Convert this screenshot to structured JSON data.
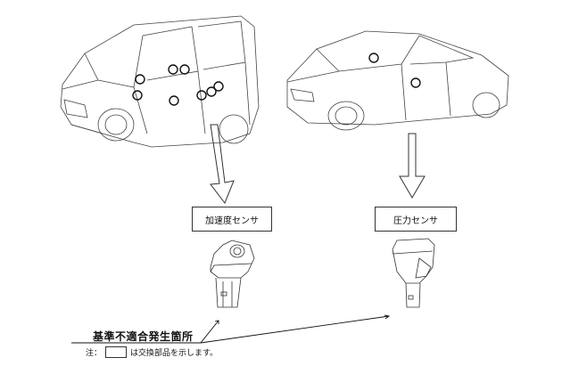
{
  "diagram": {
    "vehicles": [
      {
        "name": "minivan",
        "marker_count": 8
      },
      {
        "name": "sedan",
        "marker_count": 2
      }
    ],
    "parts": [
      {
        "label": "加速度センサ"
      },
      {
        "label": "圧力センサ"
      }
    ],
    "caption": "基準不適合発生箇所",
    "note": {
      "prefix": "注：",
      "suffix": "は交換部品を示します。"
    }
  }
}
